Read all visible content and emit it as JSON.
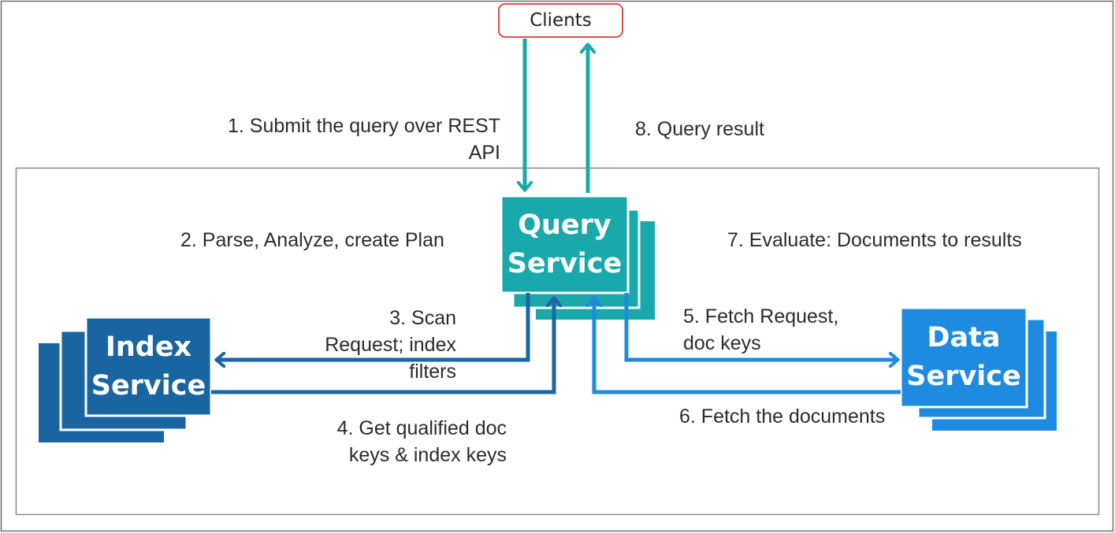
{
  "clients_label": "Clients",
  "query_service": {
    "line1": "Query",
    "line2": "Service"
  },
  "index_service": {
    "line1": "Index",
    "line2": "Service"
  },
  "data_service": {
    "line1": "Data",
    "line2": "Service"
  },
  "steps": {
    "s1_line1": "1. Submit the query over REST",
    "s1_line2": "API",
    "s2": "2. Parse, Analyze, create Plan",
    "s3_line1": "3.  Scan",
    "s3_line2": "Request; index",
    "s3_line3": "filters",
    "s4_line1": "4. Get qualified doc",
    "s4_line2": "keys & index keys",
    "s5_line1": "5. Fetch Request,",
    "s5_line2": "doc keys",
    "s6": "6. Fetch the documents",
    "s7": "7. Evaluate: Documents to results",
    "s8": "8. Query result"
  },
  "colors": {
    "teal": "#1aa9aa",
    "dark_blue": "#1865a2",
    "mid_blue": "#1a66a4",
    "light_blue": "#1e8be0",
    "clients_border": "#e03a3a",
    "frame": "#8a8a8a"
  }
}
